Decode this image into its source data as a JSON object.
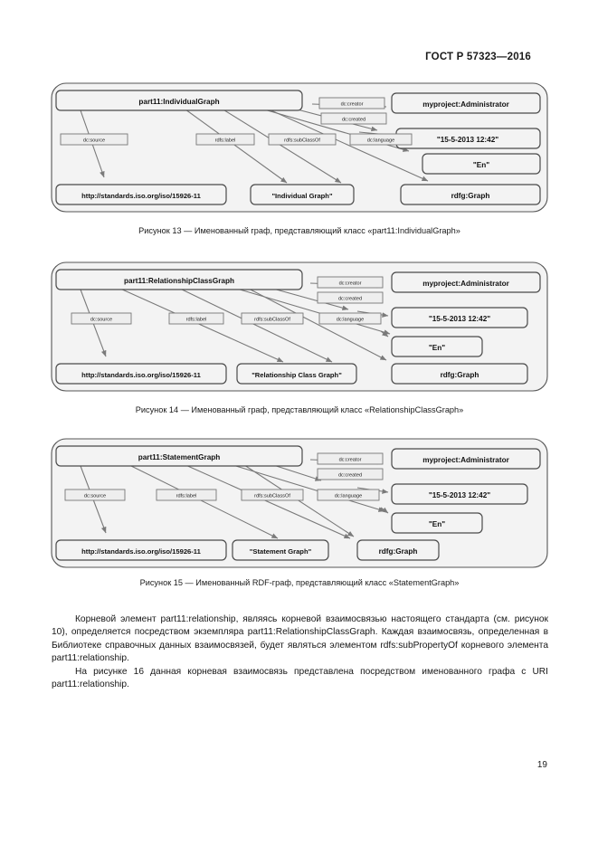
{
  "header": {
    "standard": "ГОСТ Р 57323—2016"
  },
  "page_number": "19",
  "figures": [
    {
      "id": "figure-13",
      "caption": "Рисунок 13 — Именованный граф, представляющий класс «part11:IndividualGraph»",
      "subject": "part11:IndividualGraph",
      "nodes": {
        "source": "http://standards.iso.org/iso/15926-11",
        "label": "\"Individual Graph\"",
        "creator": "myproject:Administrator",
        "created": "\"15-5-2013 12:42\"",
        "language": "\"En\"",
        "subclass": "rdfg:Graph"
      },
      "edges": {
        "source": "dc:source",
        "label": "rdfs:label",
        "subclass": "rdfs:subClassOf",
        "language": "dc:language",
        "creator": "dc:creator",
        "created": "dc:created"
      }
    },
    {
      "id": "figure-14",
      "caption": "Рисунок 14 — Именованный граф, представляющий класс «RelationshipClassGraph»",
      "subject": "part11:RelationshipClassGraph",
      "nodes": {
        "source": "http://standards.iso.org/iso/15926-11",
        "label": "\"Relationship  Class  Graph\"",
        "creator": "myproject:Administrator",
        "created": "\"15-5-2013 12:42\"",
        "language": "\"En\"",
        "subclass": "rdfg:Graph"
      },
      "edges": {
        "source": "dc:source",
        "label": "rdfs:label",
        "subclass": "rdfs:subClassOf",
        "language": "dc:language",
        "creator": "dc:creator",
        "created": "dc:created"
      }
    },
    {
      "id": "figure-15",
      "caption": "Рисунок 15 — Именованный RDF-граф, представляющий класс «StatementGraph»",
      "subject": "part11:StatementGraph",
      "nodes": {
        "source": "http://standards.iso.org/iso/15926-11",
        "label": "\"Statement Graph\"",
        "creator": "myproject:Administrator",
        "created": "\"15-5-2013 12:42\"",
        "language": "\"En\"",
        "subclass": "rdfg:Graph"
      },
      "edges": {
        "source": "dc:source",
        "label": "rdfs:label",
        "subclass": "rdfs:subClassOf",
        "language": "dc:language",
        "creator": "dc:creator",
        "created": "dc:created"
      }
    }
  ],
  "paragraphs": {
    "p1": "Корневой элемент part11:relationship, являясь корневой взаимосвязью настоящего стандарта (см. рисунок 10), определяется посредством экземпляра part11:RelationshipClassGraph. Каждая взаимосвязь, определенная в Библиотеке справочных данных взаимосвязей, будет являться элементом rdfs:subPropertyOf корневого элемента part11:relationship.",
    "p2": "На рисунке 16 данная корневая взаимосвязь представлена посредством именованного графа с URI part11:relationship."
  },
  "colors": {
    "node_fill": "#f3f3f3",
    "node_stroke": "#555555",
    "edge_line": "#7a7a7a",
    "page_bg": "#ffffff"
  }
}
